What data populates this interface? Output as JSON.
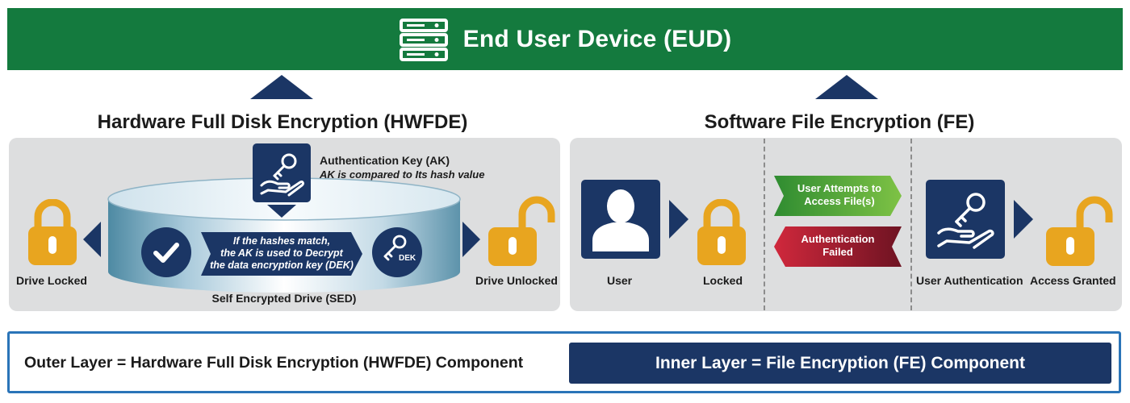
{
  "header": {
    "title": "End User Device (EUD)",
    "icon": "server-icon"
  },
  "hwfde": {
    "title": "Hardware Full Disk Encryption (HWFDE)",
    "drive_locked_label": "Drive Locked",
    "drive_unlocked_label": "Drive Unlocked",
    "ak_title": "Authentication Key (AK)",
    "ak_subtitle": "AK is compared to Its hash value",
    "hash_line1": "If the hashes match,",
    "hash_line2": "the AK is used to Decrypt",
    "hash_line3": "the data encryption key (DEK)",
    "dek_label": "DEK",
    "sed_label": "Self Encrypted Drive (SED)"
  },
  "fe": {
    "title": "Software File Encryption (FE)",
    "user_label": "User",
    "locked_label": "Locked",
    "attempt_line1": "User Attempts to",
    "attempt_line2": "Access File(s)",
    "failed_line1": "Authentication",
    "failed_line2": "Failed",
    "user_auth_label": "User Authentication",
    "access_granted_label": "Access Granted"
  },
  "footer": {
    "outer_label": "Outer Layer = Hardware Full Disk Encryption (HWFDE)  Component",
    "inner_label": "Inner Layer = File Encryption (FE) Component"
  },
  "colors": {
    "banner_green": "#147a3e",
    "navy": "#1b3665",
    "lock_orange": "#e8a51f",
    "attempt_green": "#4aa335",
    "failed_red": "#9e1c2e",
    "border_blue": "#2a74b8",
    "panel_gray": "#dddedf"
  }
}
